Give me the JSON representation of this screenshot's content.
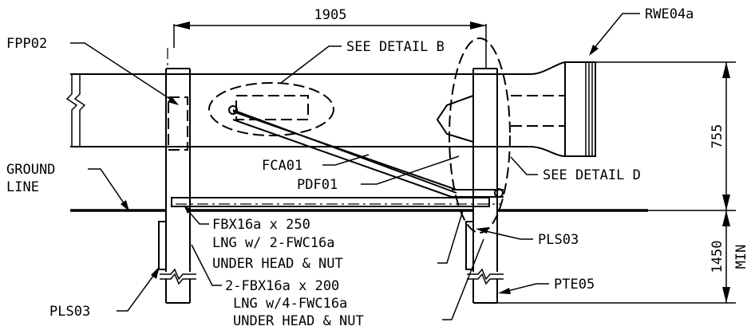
{
  "dimensions": {
    "top_width": "1905",
    "right_height_upper": "755",
    "right_height_lower": "1450",
    "right_height_lower_note": "MIN"
  },
  "labels": {
    "rwe04a": "RWE04a",
    "fpp02": "FPP02",
    "see_detail_b": "SEE DETAIL B",
    "ground_line_1": "GROUND",
    "ground_line_2": "LINE",
    "fca01": "FCA01",
    "pdf01": "PDF01",
    "see_detail_d": "SEE DETAIL D",
    "fbx_250_1": "FBX16a x 250",
    "fbx_250_2": "LNG w/ 2-FWC16a",
    "fbx_250_3": "UNDER HEAD & NUT",
    "pls03_right": "PLS03",
    "fbx_200_1": "2-FBX16a x 200",
    "fbx_200_2": "LNG w/4-FWC16a",
    "fbx_200_3": "UNDER HEAD & NUT",
    "pte05": "PTE05",
    "pls03_left": "PLS03"
  }
}
